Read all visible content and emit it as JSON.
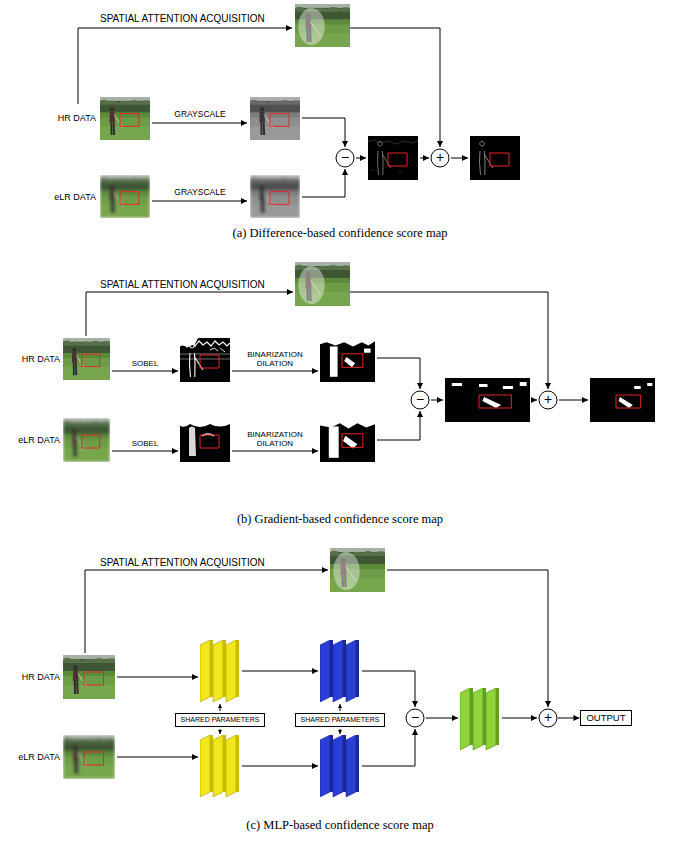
{
  "diagram": {
    "nodes": [
      {
        "text": [
          "−"
        ]
      },
      {
        "text": [
          "+"
        ]
      },
      {
        "text": [
          "−"
        ]
      },
      {
        "text": [
          "+"
        ]
      },
      {
        "text": [
          "SHARED PARAMETERS"
        ]
      },
      {
        "text": [
          "SHARED PARAMETERS"
        ]
      },
      {
        "text": [
          "−"
        ]
      },
      {
        "text": [
          "+"
        ]
      },
      {
        "text": [
          "OUTPUT"
        ]
      }
    ],
    "edges": [
      {
        "from": 7,
        "to": 8,
        "arrow": "to"
      }
    ],
    "labels": [
      "SPATIAL ATTENTION ACQUISITION",
      "HR DATA",
      "GRAYSCALE",
      "eLR DATA",
      "GRAYSCALE",
      "(a) Difference-based confidence score map",
      "SPATIAL ATTENTION ACQUISITION",
      "HR DATA",
      "SOBEL",
      "BINARIZATION DILATION",
      "eLR DATA",
      "SOBEL",
      "BINARIZATION DILATION",
      "(b) Gradient-based confidence score map",
      "SPATIAL ATTENTION ACQUISITION",
      "HR DATA",
      "eLR DATA",
      "(c) MLP-based confidence score map"
    ]
  }
}
